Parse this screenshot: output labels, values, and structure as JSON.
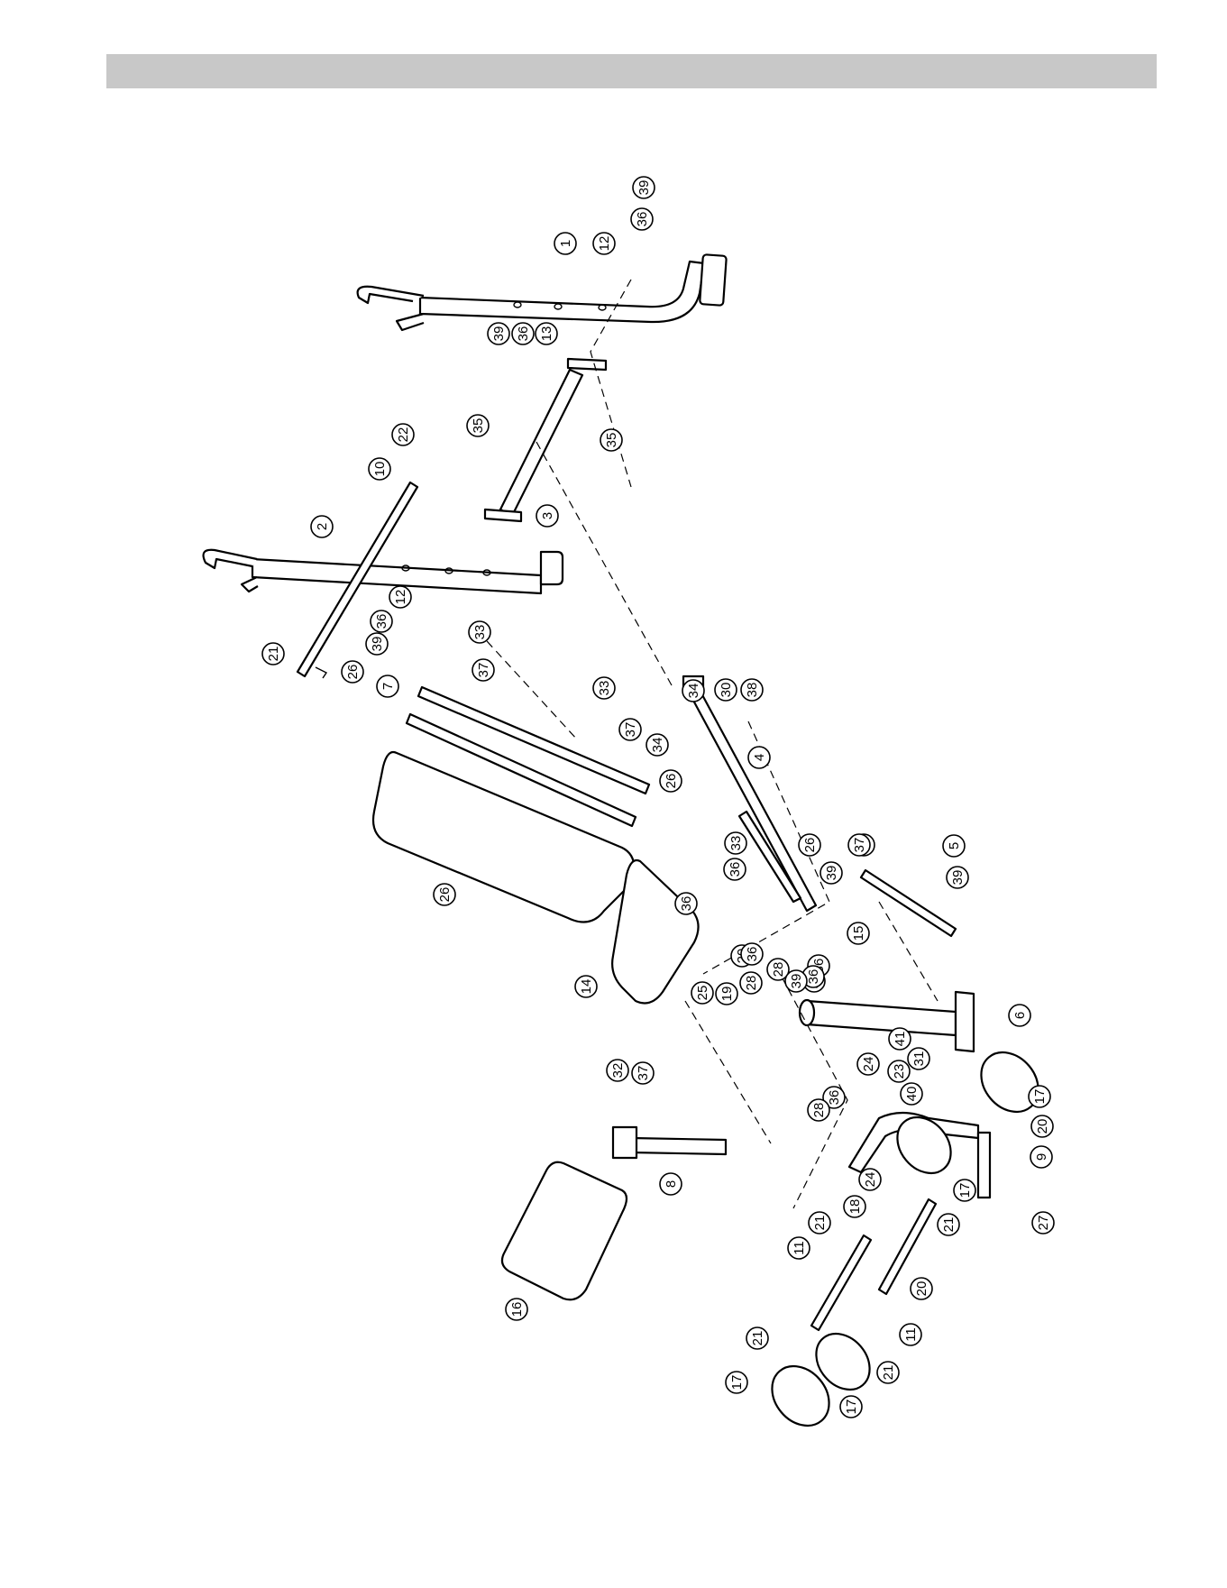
{
  "header": {
    "bar_color": "#c8c8c8"
  },
  "callouts": [
    {
      "label": "39"
    },
    {
      "label": "36"
    },
    {
      "label": "1"
    },
    {
      "label": "12"
    },
    {
      "label": "39"
    },
    {
      "label": "36"
    },
    {
      "label": "13"
    },
    {
      "label": "35"
    },
    {
      "label": "35"
    },
    {
      "label": "22"
    },
    {
      "label": "10"
    },
    {
      "label": "2"
    },
    {
      "label": "3"
    },
    {
      "label": "12"
    },
    {
      "label": "36"
    },
    {
      "label": "39"
    },
    {
      "label": "33"
    },
    {
      "label": "21"
    },
    {
      "label": "26"
    },
    {
      "label": "7"
    },
    {
      "label": "37"
    },
    {
      "label": "33"
    },
    {
      "label": "37"
    },
    {
      "label": "34"
    },
    {
      "label": "34"
    },
    {
      "label": "30"
    },
    {
      "label": "38"
    },
    {
      "label": "4"
    },
    {
      "label": "26"
    },
    {
      "label": "26"
    },
    {
      "label": "26"
    },
    {
      "label": "37"
    },
    {
      "label": "33"
    },
    {
      "label": "36"
    },
    {
      "label": "39"
    },
    {
      "label": "5"
    },
    {
      "label": "39"
    },
    {
      "label": "36"
    },
    {
      "label": "26"
    },
    {
      "label": "15"
    },
    {
      "label": "29"
    },
    {
      "label": "36"
    },
    {
      "label": "28"
    },
    {
      "label": "36"
    },
    {
      "label": "28"
    },
    {
      "label": "36"
    },
    {
      "label": "36"
    },
    {
      "label": "39"
    },
    {
      "label": "14"
    },
    {
      "label": "25"
    },
    {
      "label": "19"
    },
    {
      "label": "6"
    },
    {
      "label": "41"
    },
    {
      "label": "31"
    },
    {
      "label": "24"
    },
    {
      "label": "23"
    },
    {
      "label": "40"
    },
    {
      "label": "17"
    },
    {
      "label": "36"
    },
    {
      "label": "28"
    },
    {
      "label": "32"
    },
    {
      "label": "37"
    },
    {
      "label": "20"
    },
    {
      "label": "9"
    },
    {
      "label": "24"
    },
    {
      "label": "17"
    },
    {
      "label": "18"
    },
    {
      "label": "21"
    },
    {
      "label": "21"
    },
    {
      "label": "8"
    },
    {
      "label": "27"
    },
    {
      "label": "11"
    },
    {
      "label": "20"
    },
    {
      "label": "16"
    },
    {
      "label": "11"
    },
    {
      "label": "21"
    },
    {
      "label": "21"
    },
    {
      "label": "17"
    },
    {
      "label": "17"
    }
  ]
}
